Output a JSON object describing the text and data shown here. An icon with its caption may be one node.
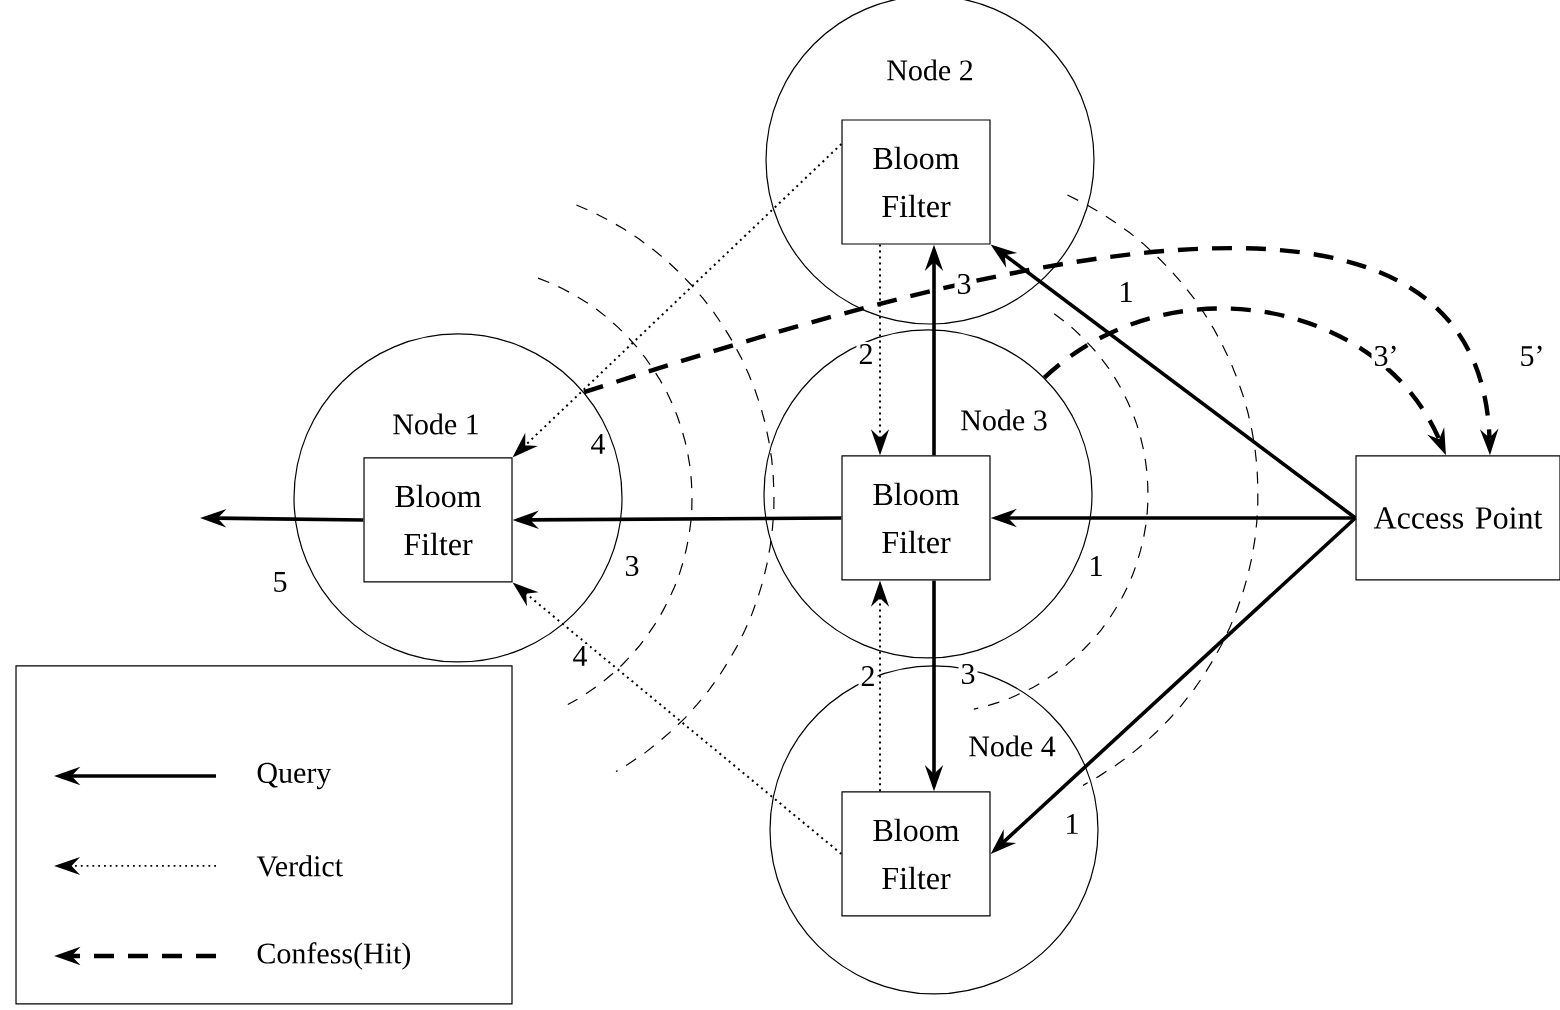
{
  "diagram": {
    "nodes": [
      {
        "text": [
          "Node 1"
        ]
      },
      {
        "text": [
          "Bloom Filter"
        ],
        "in": 0
      },
      {
        "text": [
          "Node 2"
        ]
      },
      {
        "text": [
          "Bloom Filter"
        ],
        "in": 2
      },
      {
        "text": [
          "Node 3"
        ]
      },
      {
        "text": [
          "Bloom Filter"
        ],
        "in": 4
      },
      {
        "text": [
          "Node 4"
        ]
      },
      {
        "text": [
          "Bloom Filter"
        ],
        "in": 6
      },
      {
        "text": [
          "Access Point"
        ]
      }
    ],
    "edges": [
      {
        "from": 8,
        "to": 5,
        "arrow": "to",
        "label": "1"
      },
      {
        "from": 8,
        "to": 3,
        "arrow": "to",
        "label": "1"
      },
      {
        "from": 8,
        "to": 7,
        "arrow": "to",
        "label": "1"
      },
      {
        "from": 5,
        "to": 3,
        "arrow": "to",
        "label": "3"
      },
      {
        "from": 5,
        "to": 7,
        "arrow": "to",
        "label": "3"
      },
      {
        "from": 5,
        "to": 1,
        "arrow": "to",
        "label": "3"
      },
      {
        "from": 1,
        "to": null,
        "arrow": "to",
        "label": "5"
      },
      {
        "from": 3,
        "to": 5,
        "arrow": "to",
        "label": "2",
        "style": "dashed"
      },
      {
        "from": 7,
        "to": 5,
        "arrow": "to",
        "label": "2",
        "style": "dashed"
      },
      {
        "from": 3,
        "to": 1,
        "arrow": "to",
        "label": "4",
        "style": "dashed"
      },
      {
        "from": 7,
        "to": 1,
        "arrow": "to",
        "label": "4",
        "style": "dashed"
      },
      {
        "from": 0,
        "to": 8,
        "arrow": "to",
        "label": "5’",
        "style": "dashed"
      },
      {
        "from": 4,
        "to": 8,
        "arrow": "to",
        "label": "3’",
        "style": "dashed"
      }
    ],
    "legend": [
      {
        "text": "Query"
      },
      {
        "text": "Verdict"
      },
      {
        "text": "Confess(Hit)"
      }
    ]
  }
}
